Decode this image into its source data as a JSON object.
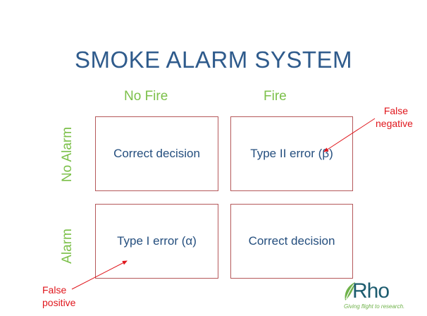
{
  "title": "SMOKE ALARM SYSTEM",
  "columns": [
    "No Fire",
    "Fire"
  ],
  "rows": [
    "No Alarm",
    "Alarm"
  ],
  "cells": [
    [
      "Correct decision",
      "Type II error (β)"
    ],
    [
      "Type I error (α)",
      "Correct decision"
    ]
  ],
  "annotations": {
    "false_negative": [
      "False",
      "negative"
    ],
    "false_positive": [
      "False",
      "positive"
    ]
  },
  "logo": {
    "name": "Rho",
    "tagline": "Giving flight to research."
  },
  "colors": {
    "title": "#2f5b8c",
    "headers": "#7cc04a",
    "cell_border": "#b5585a",
    "cell_text": "#244e7e",
    "annotation": "#e0161c",
    "logo_word": "#1d5c6f",
    "logo_accent": "#6fb24a"
  }
}
